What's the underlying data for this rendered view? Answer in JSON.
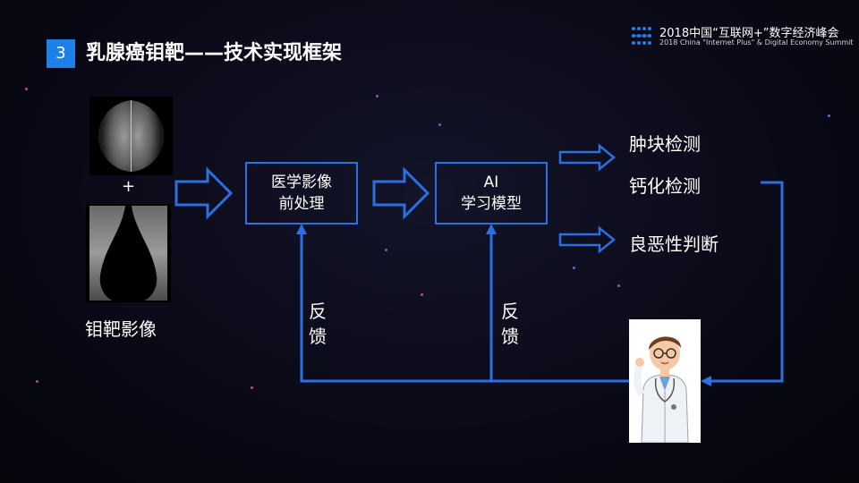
{
  "header": {
    "section_number": "3",
    "title": "乳腺癌钼靶——技术实现框架"
  },
  "event_logo": {
    "line1": "2018中国“互联网+”数字经济峰会",
    "line2": "2018 China \"Internet Plus\" & Digital Economy Summit",
    "accent_color": "#1d7fe8"
  },
  "input": {
    "plus_sign": "+",
    "caption": "钼靶影像"
  },
  "pipeline": {
    "preprocess": {
      "line1": "医学影像",
      "line2": "前处理"
    },
    "model": {
      "line1": "AI",
      "line2": "学习模型"
    }
  },
  "outputs": [
    "肿块检测",
    "钙化检测",
    "良恶性判断"
  ],
  "feedback": {
    "left": {
      "line1": "反",
      "line2": "馈"
    },
    "right": {
      "line1": "反",
      "line2": "馈"
    }
  },
  "colors": {
    "flow_blue": "#2b6fe0",
    "background": "#0a0a18"
  }
}
